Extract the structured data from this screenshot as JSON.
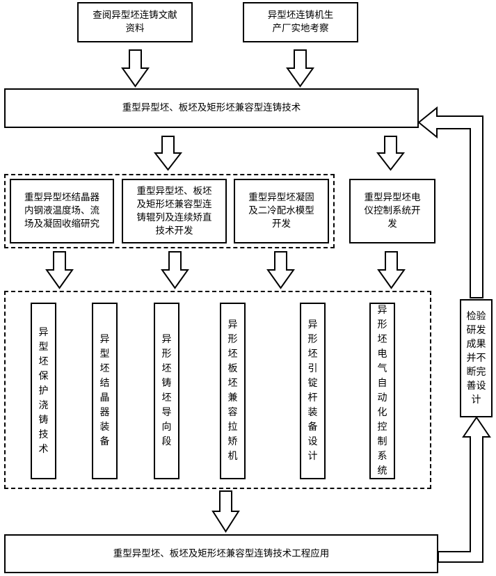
{
  "top": {
    "source_literature": "查阅异型坯连铸文献\n资料",
    "source_field": "异型坯连铸机生\n产厂实地考察"
  },
  "main_tech": "重型异型坯、板坯及矩形坯兼容型连铸技术",
  "research": [
    "重型异型坯结晶器\n内钢液温度场、流\n场及凝固收缩研究",
    "重型异型坯、板坯\n及矩形坯兼容型连\n铸辊列及连续矫直\n技术开发",
    "重型异型坯凝固\n及二冷配水模型\n开发",
    "重型异型坯电\n仪控制系统开\n发"
  ],
  "equipment": [
    "异型坯保护浇铸技术",
    "异型坯结晶器装备",
    "异形坯铸坯导向段",
    "异形坯板坯兼容拉矫机",
    "异形坯引锭杆装备设计",
    "异形坯电气自动化控制系统"
  ],
  "feedback": "检验研发成果并不断完善设计",
  "application": "重型异型坯、板坯及矩形坯兼容型连铸技术工程应用"
}
